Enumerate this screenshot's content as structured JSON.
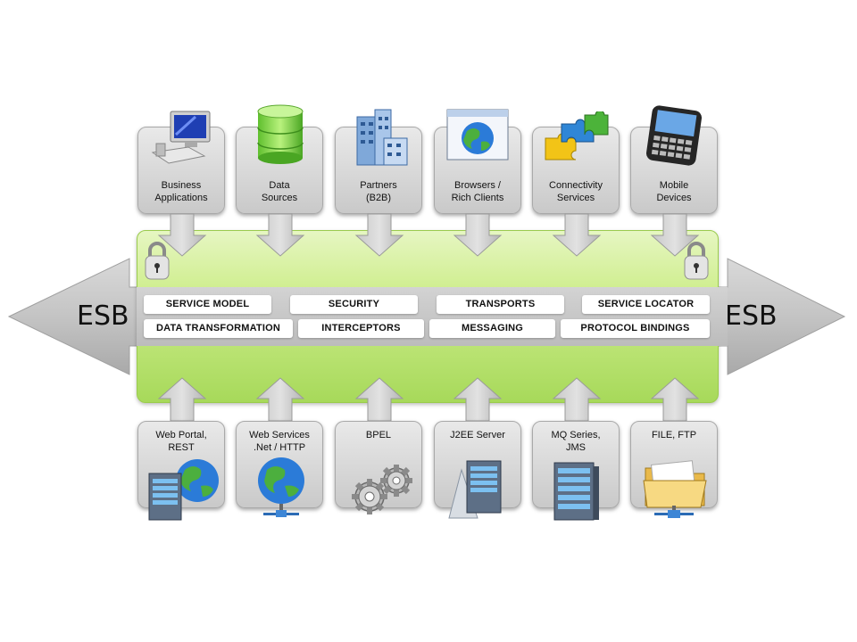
{
  "esb": {
    "left_label": "ESB",
    "right_label": "ESB"
  },
  "top_sources": [
    {
      "label1": "Business",
      "label2": "Applications",
      "icon": "computer-icon"
    },
    {
      "label1": "Data",
      "label2": "Sources",
      "icon": "database-icon"
    },
    {
      "label1": "Partners",
      "label2": "(B2B)",
      "icon": "buildings-icon"
    },
    {
      "label1": "Browsers /",
      "label2": "Rich Clients",
      "icon": "browser-globe-icon"
    },
    {
      "label1": "Connectivity",
      "label2": "Services",
      "icon": "puzzle-icon"
    },
    {
      "label1": "Mobile",
      "label2": "Devices",
      "icon": "mobile-device-icon"
    }
  ],
  "capabilities_row1": [
    "SERVICE MODEL",
    "SECURITY",
    "TRANSPORTS",
    "SERVICE LOCATOR"
  ],
  "capabilities_row2": [
    "DATA TRANSFORMATION",
    "INTERCEPTORS",
    "MESSAGING",
    "PROTOCOL BINDINGS"
  ],
  "bottom_services": [
    {
      "label1": "Web Portal,",
      "label2": "REST",
      "icon": "server-globe-icon"
    },
    {
      "label1": "Web Services",
      "label2": ".Net / HTTP",
      "icon": "network-globe-icon"
    },
    {
      "label1": "BPEL",
      "label2": "",
      "icon": "gears-icon"
    },
    {
      "label1": "J2EE Server",
      "label2": "",
      "icon": "server-icon"
    },
    {
      "label1": "MQ Series,",
      "label2": "JMS",
      "icon": "server-rack-icon"
    },
    {
      "label1": "FILE, FTP",
      "label2": "",
      "icon": "folder-network-icon"
    }
  ],
  "colors": {
    "bus_green": "#a7d95a",
    "arrow_grey": "#b5b5b5",
    "tile_grey": "#d4d4d4"
  }
}
